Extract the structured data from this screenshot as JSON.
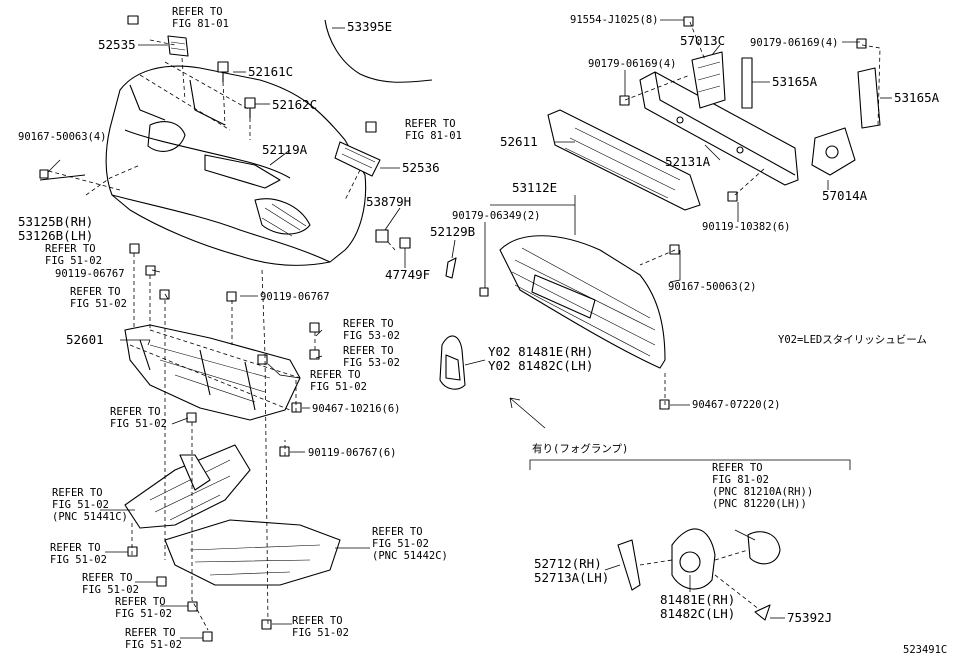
{
  "diagram_code": "523491C",
  "note_y02": "Y02=LEDスタイリッシュビーム",
  "fog_section_title": "有り(フォグランプ)",
  "labels": {
    "refer_81_01_a": [
      "REFER TO",
      "FIG 81-01"
    ],
    "p52535": "52535",
    "p52161c": "52161C",
    "p53395e": "53395E",
    "p52162c": "52162C",
    "refer_81_01_b": [
      "REFER TO",
      "FIG 81-01"
    ],
    "p90167_50063_4": "90167-50063(4)",
    "p52119a": "52119A",
    "p52536": "52536",
    "p53125b": [
      "53125B(RH)",
      "53126B(LH)"
    ],
    "p53879h": "53879H",
    "refer_51_02_a": [
      "REFER TO",
      "FIG 51-02"
    ],
    "p47749f": "47749F",
    "p90119_06767_a": "90119-06767",
    "refer_51_02_b": [
      "REFER TO",
      "FIG 51-02"
    ],
    "p90119_06767_b": "90119-06767",
    "refer_53_02_a": [
      "REFER TO",
      "FIG 53-02"
    ],
    "p52601": "52601",
    "refer_53_02_b": [
      "REFER TO",
      "FIG 53-02"
    ],
    "refer_51_02_c": [
      "REFER TO",
      "FIG 51-02"
    ],
    "p90467_10216": "90467-10216(6)",
    "refer_51_02_d": [
      "REFER TO",
      "FIG 51-02"
    ],
    "p90119_06767_6": "90119-06767(6)",
    "refer_51441c": [
      "REFER TO",
      "FIG 51-02",
      "(PNC 51441C)"
    ],
    "refer_51442c": [
      "REFER TO",
      "FIG 51-02",
      "(PNC 51442C)"
    ],
    "refer_51_02_e": [
      "REFER TO",
      "FIG 51-02"
    ],
    "refer_51_02_f": [
      "REFER TO",
      "FIG 51-02"
    ],
    "refer_51_02_g": [
      "REFER TO",
      "FIG 51-02"
    ],
    "refer_51_02_h": [
      "REFER TO",
      "FIG 51-02"
    ],
    "refer_51_02_i": [
      "REFER TO",
      "FIG 51-02"
    ],
    "p91554": "91554-J1025(8)",
    "p57013c": "57013C",
    "p90179_06169_top": "90179-06169(4)",
    "p90179_06169_mid": "90179-06169(4)",
    "p53165a_a": "53165A",
    "p53165a_b": "53165A",
    "p52611": "52611",
    "p52131a": "52131A",
    "p57014a": "57014A",
    "p53112e": "53112E",
    "p90119_10382": "90119-10382(6)",
    "p90179_06349": "90179-06349(2)",
    "p52129b": "52129B",
    "p90167_50063_2": "90167-50063(2)",
    "p81481e_y02": [
      "Y02 81481E(RH)",
      "Y02 81482C(LH)"
    ],
    "p90467_07220": "90467-07220(2)",
    "refer_81_02": [
      "REFER TO",
      "FIG 81-02",
      "(PNC 81210A(RH))",
      "(PNC 81220(LH))"
    ],
    "p52712": [
      "52712(RH)",
      "52713A(LH)"
    ],
    "p81481e": [
      "81481E(RH)",
      "81482C(LH)"
    ],
    "p75392j": "75392J"
  }
}
